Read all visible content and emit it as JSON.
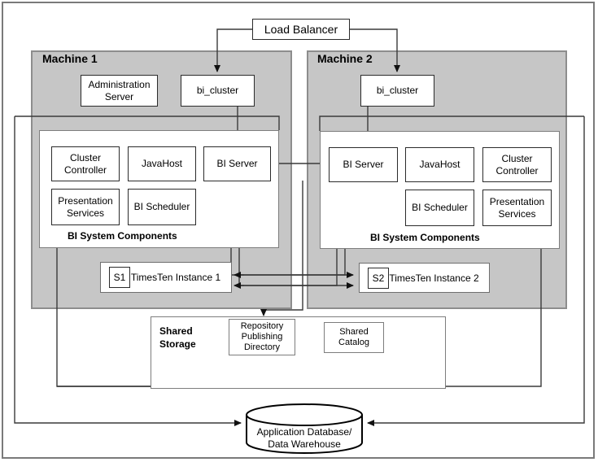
{
  "diagram": {
    "title_text": "Load Balancer",
    "load_balancer": {
      "label": "Load Balancer"
    },
    "machines": [
      {
        "id": "machine-1",
        "label": "Machine 1",
        "admin_server": {
          "label": "Administration Server"
        },
        "bi_cluster": {
          "label": "bi_cluster"
        },
        "system_components": {
          "label": "BI System Components",
          "components": [
            {
              "label": "Cluster Controller"
            },
            {
              "label": "JavaHost"
            },
            {
              "label": "BI Server"
            },
            {
              "label": "Presentation Services"
            },
            {
              "label": "BI Scheduler"
            }
          ]
        },
        "timesten": {
          "badge": "S1",
          "label": "TimesTen Instance 1"
        }
      },
      {
        "id": "machine-2",
        "label": "Machine 2",
        "bi_cluster": {
          "label": "bi_cluster"
        },
        "system_components": {
          "label": "BI System Components",
          "components": [
            {
              "label": "BI Server"
            },
            {
              "label": "JavaHost"
            },
            {
              "label": "Cluster Controller"
            },
            {
              "label": "BI Scheduler"
            },
            {
              "label": "Presentation Services"
            }
          ]
        },
        "timesten": {
          "badge": "S2",
          "label": "TimesTen Instance 2"
        }
      }
    ],
    "shared_storage": {
      "label_line1": "Shared",
      "label_line2": "Storage",
      "repository": {
        "line1": "Repository",
        "line2": "Publishing",
        "line3": "Directory"
      },
      "shared_catalog": {
        "line1": "Shared",
        "line2": "Catalog"
      }
    },
    "database": {
      "line1": "Application Database/",
      "line2": "Data Warehouse"
    },
    "colors": {
      "machine_fill": "#c6c6c6",
      "machine_border": "#8d8d8d",
      "box_border": "#2b2b2b",
      "wire": "#3a3a3a",
      "background": "#ffffff"
    }
  }
}
